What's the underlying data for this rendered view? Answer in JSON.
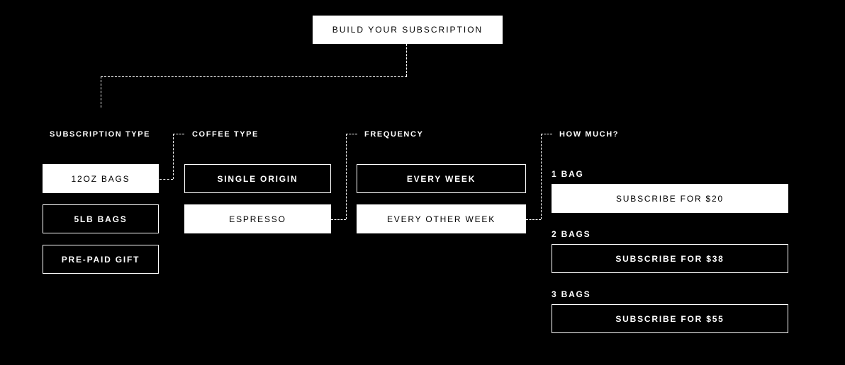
{
  "header": {
    "title": "BUILD YOUR SUBSCRIPTION"
  },
  "subscription_type": {
    "label": "SUBSCRIPTION TYPE",
    "options": [
      "12OZ BAGS",
      "5LB BAGS",
      "PRE-PAID GIFT"
    ],
    "selected": "12OZ BAGS"
  },
  "coffee_type": {
    "label": "COFFEE TYPE",
    "options": [
      "SINGLE ORIGIN",
      "ESPRESSO"
    ],
    "selected": "ESPRESSO"
  },
  "frequency": {
    "label": "FREQUENCY",
    "options": [
      "EVERY WEEK",
      "EVERY OTHER WEEK"
    ],
    "selected": "EVERY OTHER WEEK"
  },
  "how_much": {
    "label": "HOW MUCH?",
    "tiers": [
      {
        "qty": "1 BAG",
        "button": "SUBSCRIBE FOR $20",
        "selected": true
      },
      {
        "qty": "2 BAGS",
        "button": "SUBSCRIBE FOR $38",
        "selected": false
      },
      {
        "qty": "3 BAGS",
        "button": "SUBSCRIBE FOR $55",
        "selected": false
      }
    ]
  },
  "colors": {
    "background": "#000000",
    "foreground": "#ffffff"
  }
}
